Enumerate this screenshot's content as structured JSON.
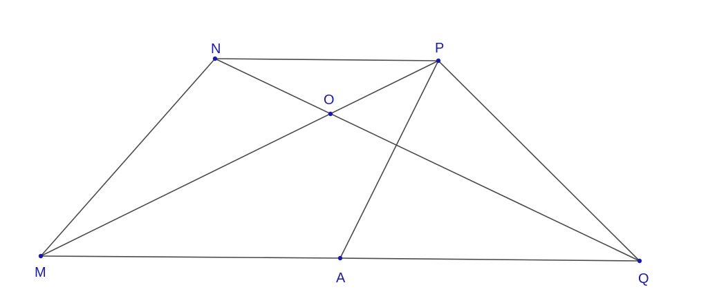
{
  "diagram": {
    "points": {
      "M": {
        "label": "M"
      },
      "N": {
        "label": "N"
      },
      "P": {
        "label": "P"
      },
      "Q": {
        "label": "Q"
      },
      "O": {
        "label": "O"
      },
      "A": {
        "label": "A"
      }
    },
    "segments": [
      [
        "M",
        "N"
      ],
      [
        "N",
        "P"
      ],
      [
        "P",
        "Q"
      ],
      [
        "M",
        "A"
      ],
      [
        "A",
        "Q"
      ],
      [
        "M",
        "P"
      ],
      [
        "N",
        "Q"
      ],
      [
        "A",
        "P"
      ]
    ],
    "colors": {
      "line": "#4a4a4a",
      "point": "#1a1aa6",
      "label": "#1a1aa6"
    }
  }
}
